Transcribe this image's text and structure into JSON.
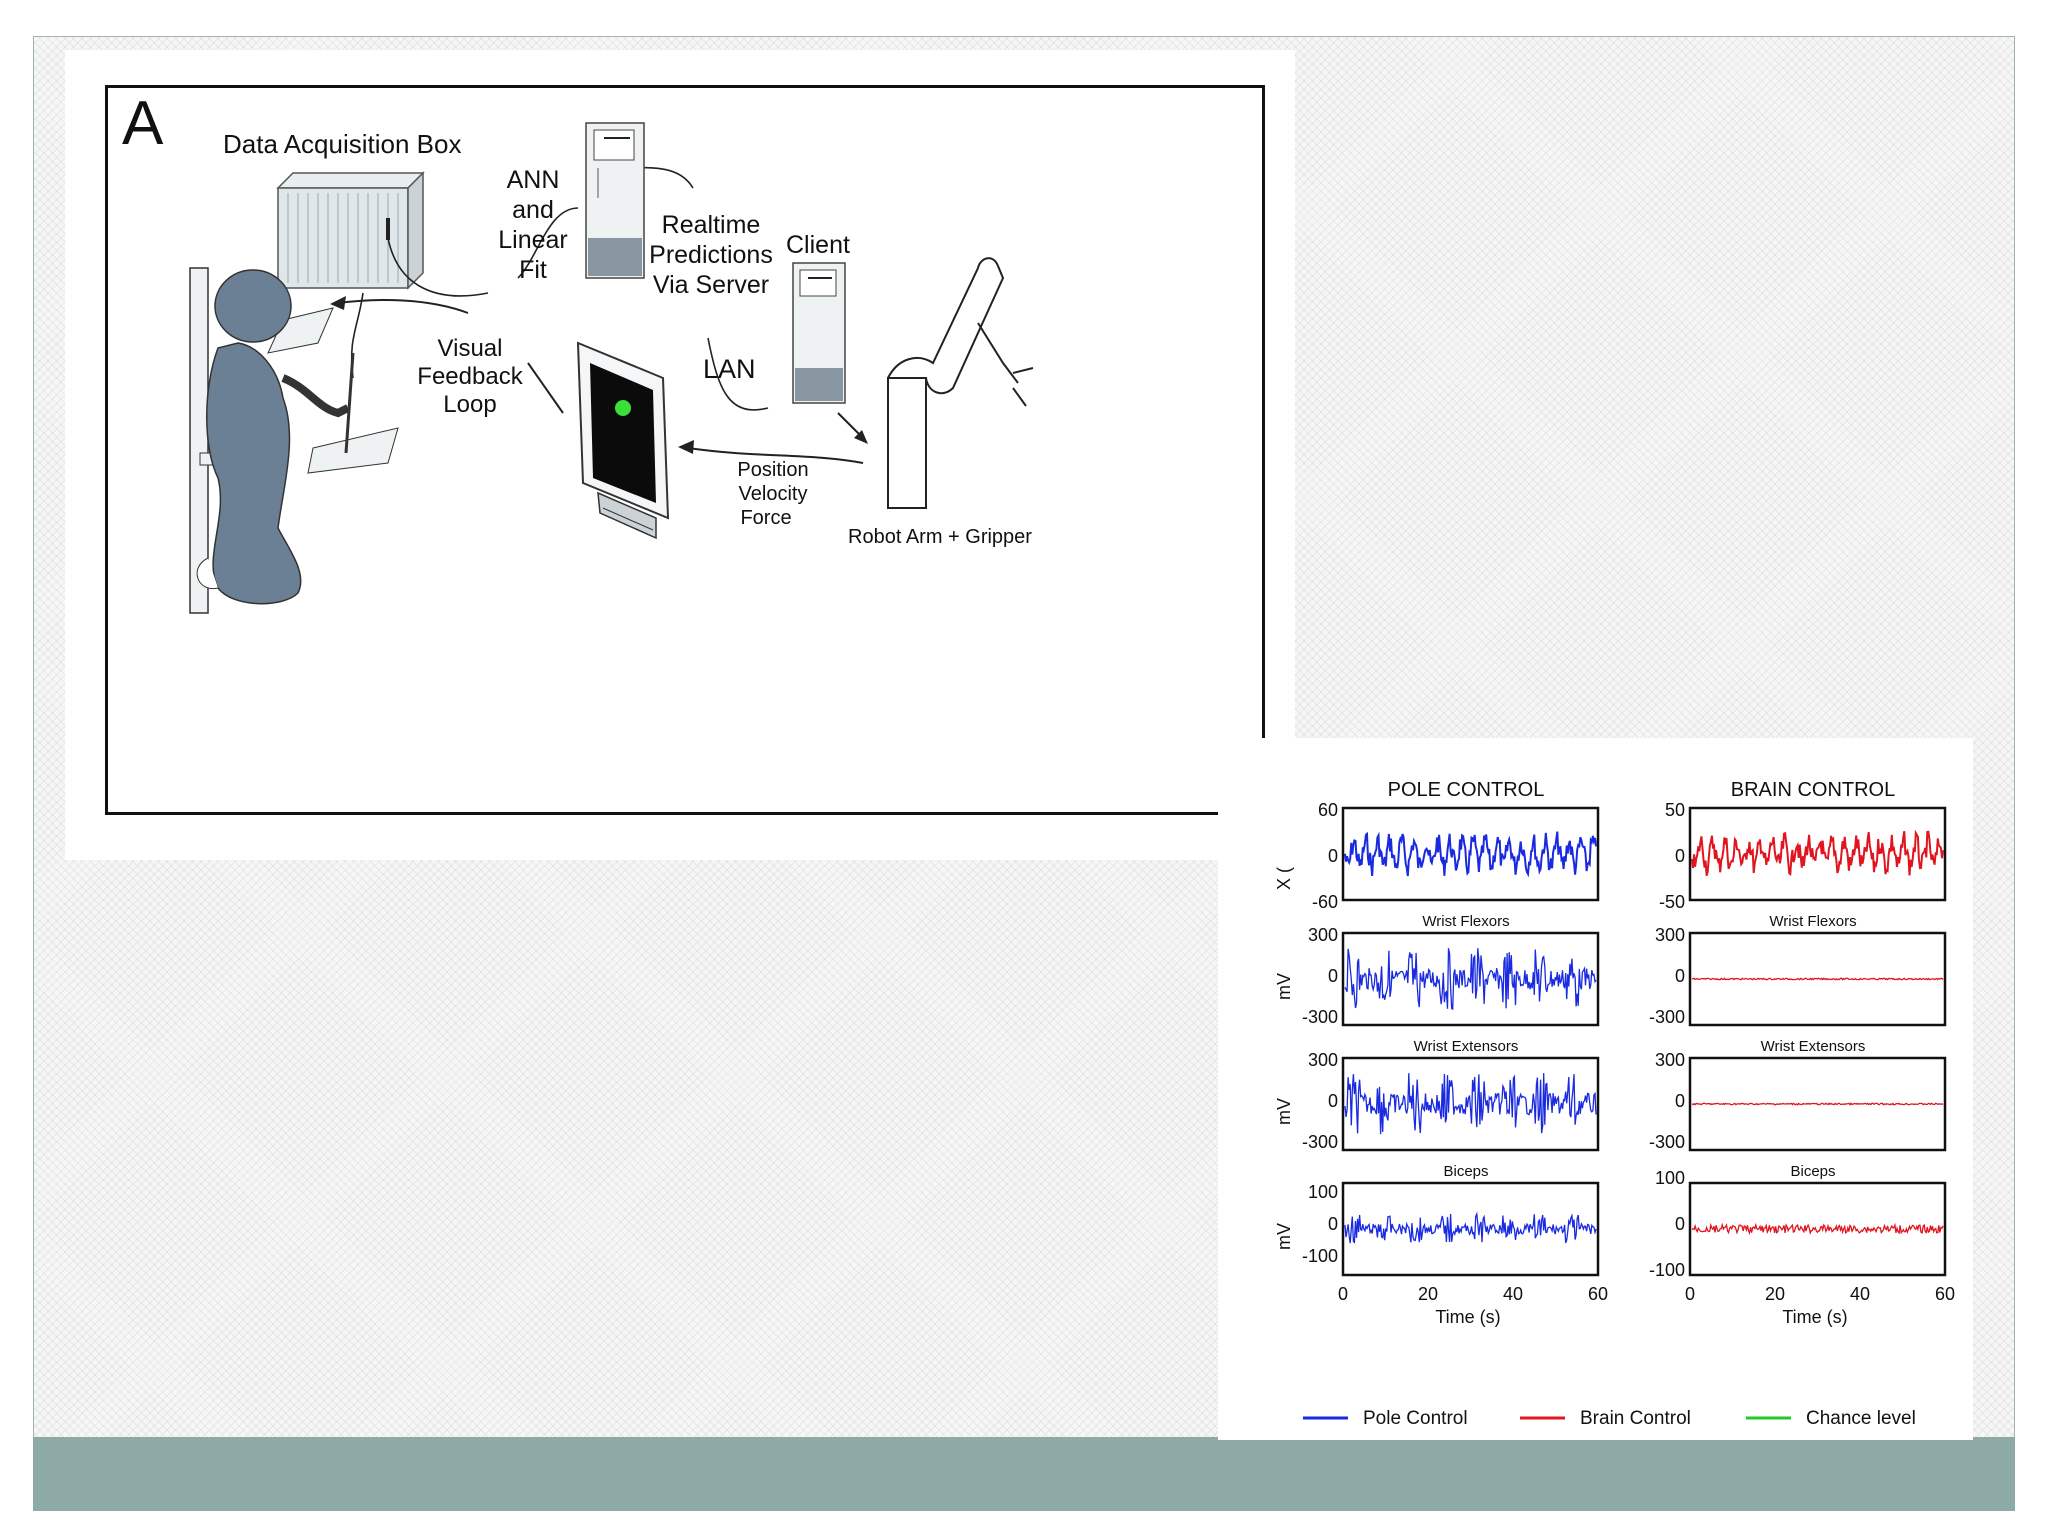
{
  "panel_a": {
    "panel_letter": "A",
    "data_acquisition_box": "Data Acquisition Box",
    "ann_label": [
      "ANN",
      "and",
      "Linear",
      "Fit"
    ],
    "realtime_label": [
      "Realtime",
      "Predictions",
      "Via Server"
    ],
    "client_label": "Client",
    "lan_label": "LAN",
    "visual_feedback_label": [
      "Visual",
      "Feedback",
      "Loop"
    ],
    "pvf_label": [
      "Position",
      "Velocity",
      "Force"
    ],
    "robot_label": "Robot Arm + Gripper"
  },
  "colors": {
    "pole": "#1a2ae0",
    "brain": "#e0151f",
    "chance": "#25c925",
    "footer": "#8eaaa7",
    "monkey": "#6b7f95"
  },
  "panel_b": {
    "columns": [
      {
        "title": "POLE CONTROL",
        "color_key": "pole"
      },
      {
        "title": "BRAIN CONTROL",
        "color_key": "brain"
      }
    ],
    "rows": [
      {
        "subtitle": "",
        "ylabel": "X (",
        "ticks": [
          [
            "60",
            "0",
            "-60"
          ],
          [
            "50",
            "0",
            "-50"
          ]
        ]
      },
      {
        "subtitle": "Wrist Flexors",
        "ylabel": "mV",
        "ticks": [
          [
            "300",
            "0",
            "-300"
          ],
          [
            "300",
            "0",
            "-300"
          ]
        ]
      },
      {
        "subtitle": "Wrist Extensors",
        "ylabel": "mV",
        "ticks": [
          [
            "300",
            "0",
            "-300"
          ],
          [
            "300",
            "0",
            "-300"
          ]
        ]
      },
      {
        "subtitle": "Biceps",
        "ylabel": "mV",
        "ticks": [
          [
            "100",
            "0",
            "-100"
          ],
          [
            "100",
            "0",
            "-100"
          ]
        ]
      }
    ],
    "x_ticks": [
      "0",
      "20",
      "40",
      "60"
    ],
    "x_label": "Time (s)",
    "legend": [
      {
        "label": "Pole Control",
        "color_key": "pole"
      },
      {
        "label": "Brain Control",
        "color_key": "brain"
      },
      {
        "label": "Chance level",
        "color_key": "chance"
      }
    ]
  }
}
